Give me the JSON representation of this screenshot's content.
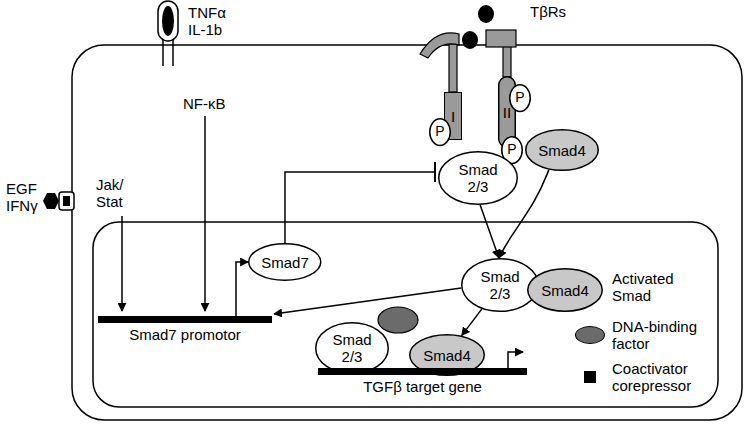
{
  "diagram": {
    "nodes": [
      {
        "text": [
          "I"
        ]
      },
      {
        "text": [
          "II"
        ]
      },
      {
        "text": [
          "P"
        ]
      },
      {
        "text": [
          "P"
        ]
      },
      {
        "text": [
          "P"
        ]
      },
      {
        "text": [
          "Smad 2/3"
        ]
      },
      {
        "text": [
          "Smad4"
        ]
      },
      {
        "text": [
          "Smad 2/3"
        ]
      },
      {
        "text": [
          "Smad4"
        ]
      },
      {
        "text": [
          "Smad7"
        ]
      },
      {
        "text": [
          "Smad7 promotor"
        ]
      },
      {
        "text": [
          "Smad 2/3"
        ]
      },
      {
        "text": [
          "Smad4"
        ]
      },
      {
        "text": [
          "TGFβ target gene"
        ]
      }
    ],
    "edges": [
      {
        "from": 5,
        "to": 7,
        "arrow": "to"
      },
      {
        "from": 6,
        "to": 7,
        "arrow": "to"
      },
      {
        "from": 7,
        "to": 10,
        "arrow": "to"
      },
      {
        "from": 7,
        "to": 12,
        "arrow": "to"
      },
      {
        "from": 9,
        "to": 5,
        "arrow": "none"
      },
      {
        "from": 10,
        "to": 9,
        "arrow": "to"
      }
    ],
    "labels": [
      "TNFα IL-1b",
      "NF-κB",
      "TβRs",
      "EGF IFNγ",
      "Jak/ Stat",
      "Activated Smad"
    ],
    "legend": [
      {
        "text": "DNA-binding factor",
        "color": "#6b6b6b"
      },
      {
        "text": "Coactivator corepressor",
        "color": "#000000"
      }
    ]
  }
}
